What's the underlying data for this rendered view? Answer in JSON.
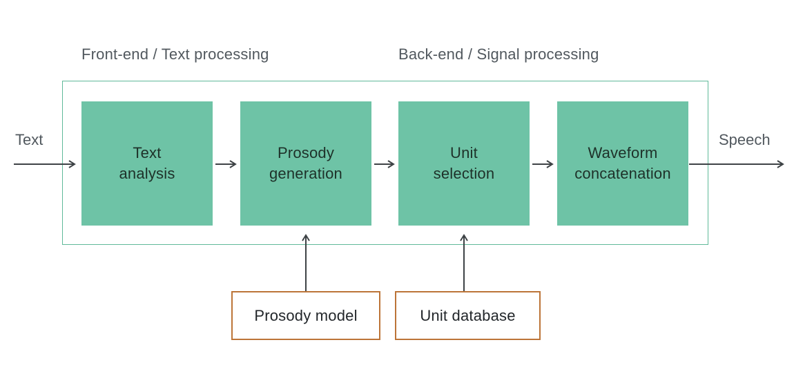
{
  "diagram": {
    "title_semantic": "Concatenative text-to-speech synthesis pipeline"
  },
  "section_labels": [
    {
      "label": "Front-end / Text processing"
    },
    {
      "label": "Back-end / Signal processing"
    }
  ],
  "io": {
    "input_label": "Text",
    "output_label": "Speech"
  },
  "stages": [
    {
      "label": "Text analysis",
      "lines": [
        "Text",
        "analysis"
      ]
    },
    {
      "label": "Prosody generation",
      "lines": [
        "Prosody",
        "generation"
      ]
    },
    {
      "label": "Unit selection",
      "lines": [
        "Unit",
        "selection"
      ]
    },
    {
      "label": "Waveform concatenation",
      "lines": [
        "Waveform",
        "concatenation"
      ]
    }
  ],
  "sources": [
    {
      "label": "Prosody model",
      "feeds": "Prosody generation"
    },
    {
      "label": "Unit database",
      "feeds": "Unit selection"
    }
  ],
  "colors": {
    "box_fill": "#6ec3a6",
    "container_border": "#5fb999",
    "source_border": "#bc7437",
    "arrow": "#3d4245",
    "label_text": "#51585e",
    "box_text": "#1e3129",
    "source_text": "#22262a",
    "bg": "#ffffff"
  }
}
